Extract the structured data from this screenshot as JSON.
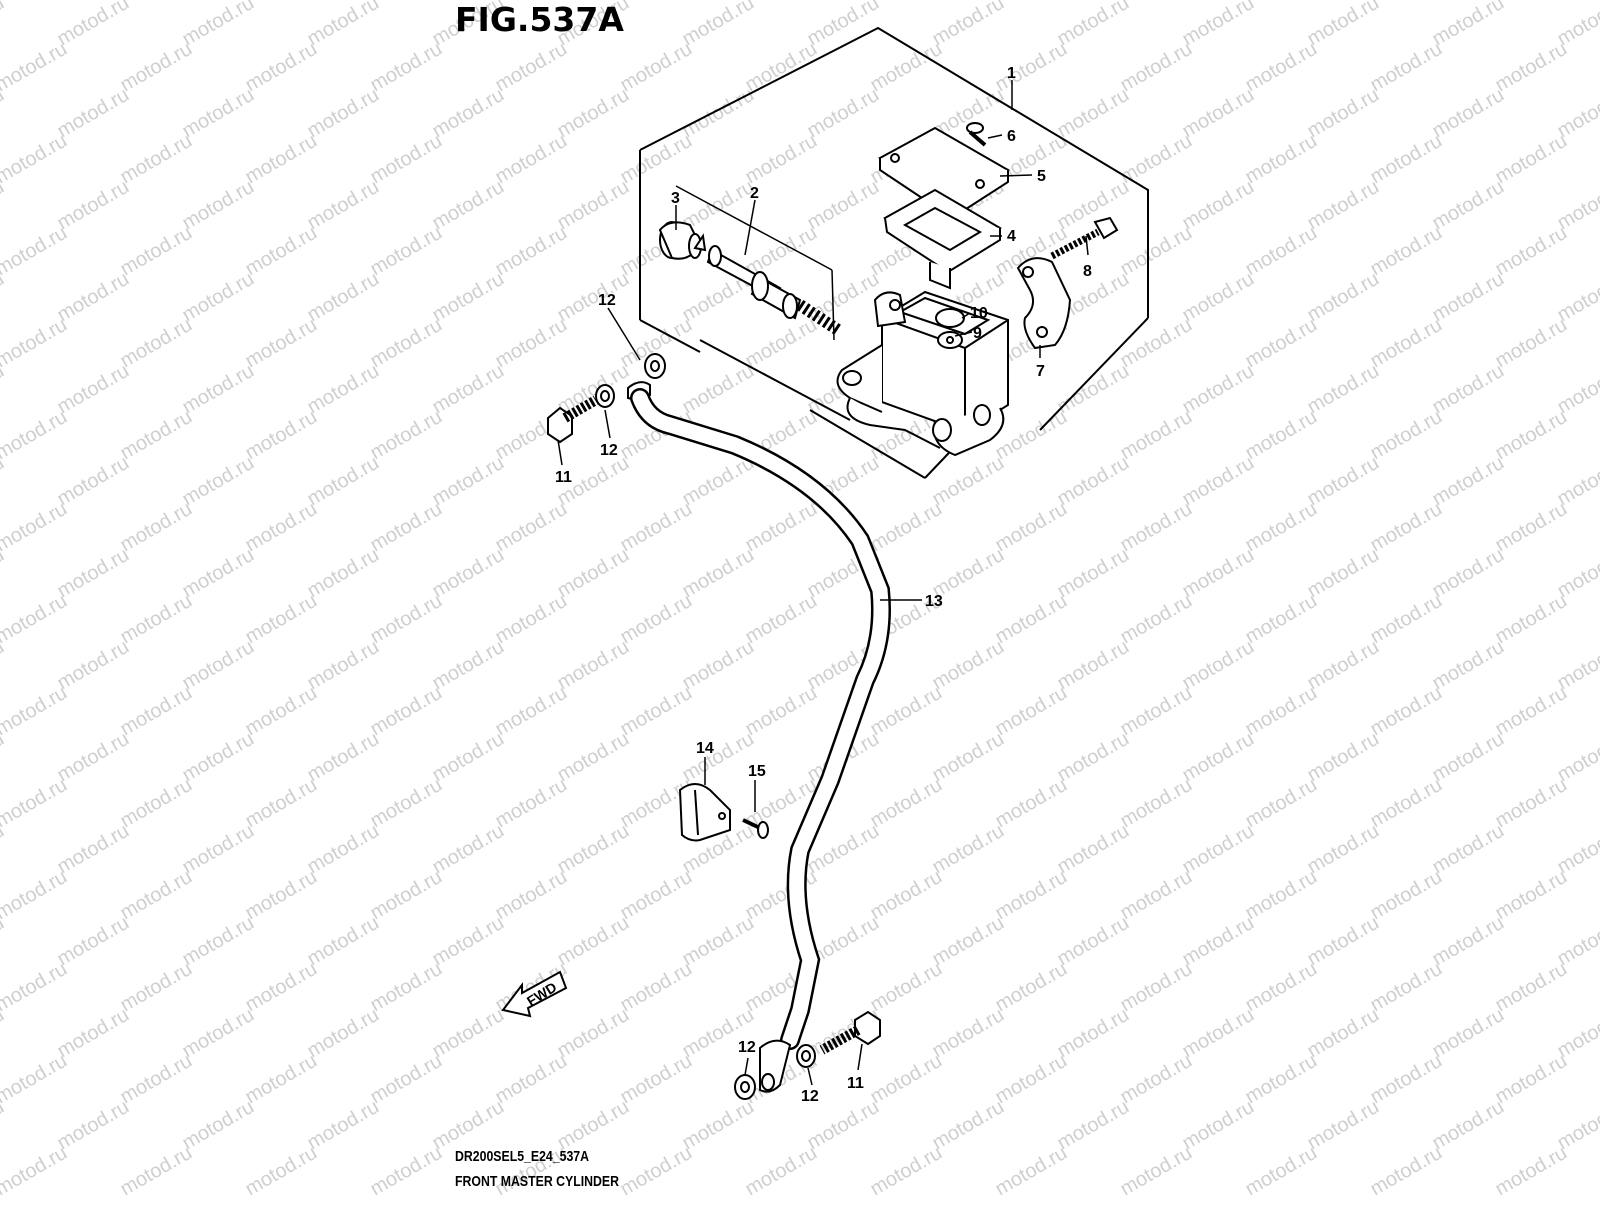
{
  "figure": {
    "title": "FIG.537A",
    "model_code": "DR200SEL5_E24_537A",
    "name": "FRONT MASTER CYLINDER"
  },
  "watermark": {
    "text": "motod.ru",
    "color": "#cfcfcf"
  },
  "direction_arrow": {
    "label": "FWD"
  },
  "callouts": [
    {
      "id": "c1",
      "label": "1"
    },
    {
      "id": "c2",
      "label": "2"
    },
    {
      "id": "c3",
      "label": "3"
    },
    {
      "id": "c4",
      "label": "4"
    },
    {
      "id": "c5",
      "label": "5"
    },
    {
      "id": "c6",
      "label": "6"
    },
    {
      "id": "c7",
      "label": "7"
    },
    {
      "id": "c8",
      "label": "8"
    },
    {
      "id": "c9",
      "label": "9"
    },
    {
      "id": "c10",
      "label": "10"
    },
    {
      "id": "c11a",
      "label": "11"
    },
    {
      "id": "c11b",
      "label": "11"
    },
    {
      "id": "c12a",
      "label": "12"
    },
    {
      "id": "c12b",
      "label": "12"
    },
    {
      "id": "c12c",
      "label": "12"
    },
    {
      "id": "c12d",
      "label": "12"
    },
    {
      "id": "c13",
      "label": "13"
    },
    {
      "id": "c14",
      "label": "14"
    },
    {
      "id": "c15",
      "label": "15"
    }
  ]
}
